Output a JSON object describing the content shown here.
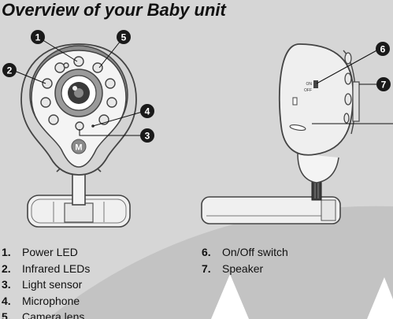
{
  "title": "Overview of your Baby unit",
  "callouts": [
    {
      "num": "1",
      "label": "Power LED"
    },
    {
      "num": "2",
      "label": "Infrared LEDs"
    },
    {
      "num": "3",
      "label": "Light sensor"
    },
    {
      "num": "4",
      "label": "Microphone"
    },
    {
      "num": "5",
      "label": "Camera lens"
    },
    {
      "num": "6",
      "label": "On/Off switch"
    },
    {
      "num": "7",
      "label": "Speaker"
    }
  ],
  "switch_labels": {
    "on": "ON",
    "off": "OFF"
  },
  "logo": "M"
}
